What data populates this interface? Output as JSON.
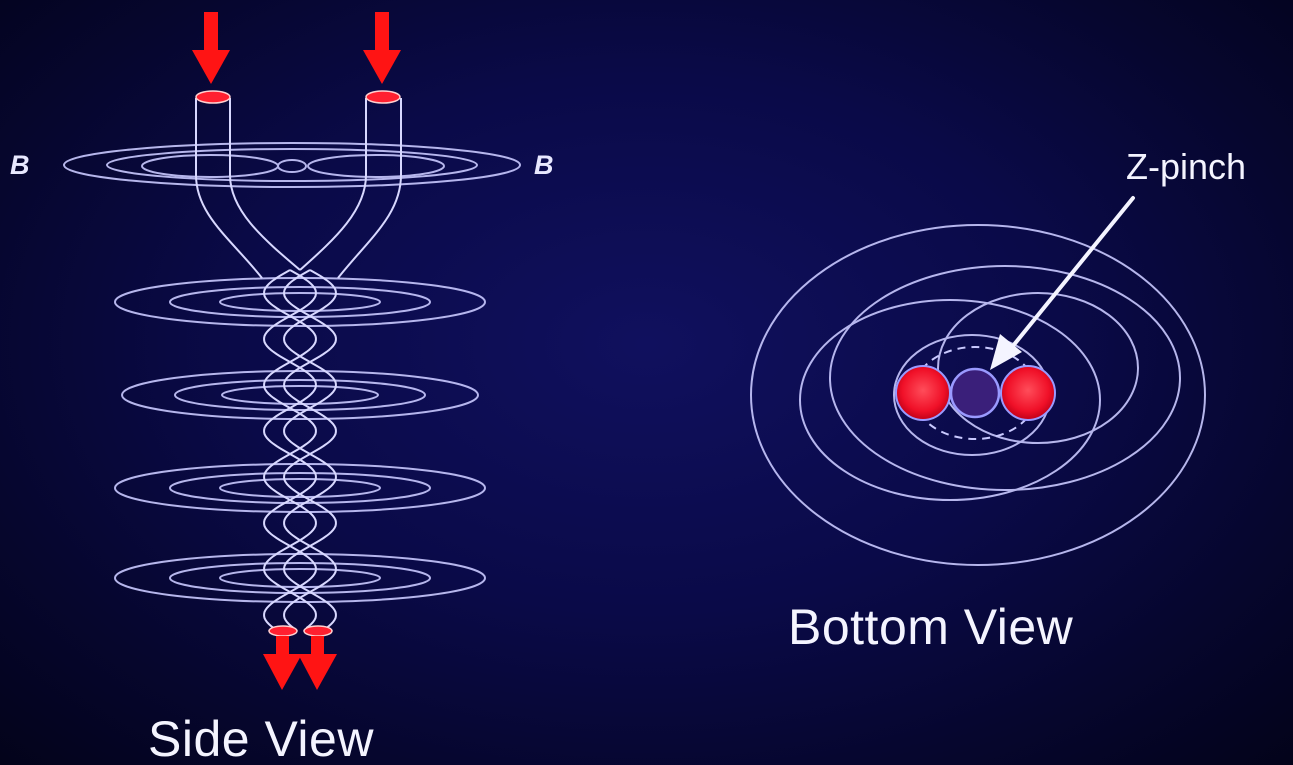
{
  "side_view": {
    "title": "Side View",
    "field_label_left": "B",
    "field_label_right": "B"
  },
  "bottom_view": {
    "title": "Bottom View",
    "pointer_label": "Z-pinch"
  },
  "colors": {
    "background": "#0a0a48",
    "field_lines": "#c9c9ff",
    "current_arrows": "#ff1a1a",
    "conductors": "#ff1a3a",
    "pinch_core": "#3a1f7a",
    "text": "#ffffff"
  },
  "icons": {
    "current_in": "down-arrow-icon",
    "current_out": "down-arrow-icon"
  }
}
